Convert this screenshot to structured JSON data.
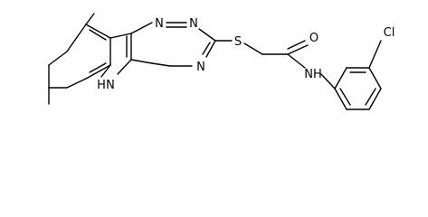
{
  "molecule": {
    "atoms": {
      "n_triazine_top_left": "N",
      "n_triazine_top_right": "N",
      "n_triazine_bottom": "N",
      "nh_indole": "N",
      "h_indole": "H",
      "s_thioether": "S",
      "o_carbonyl": "O",
      "nh_amide": "NH",
      "cl": "Cl"
    }
  }
}
